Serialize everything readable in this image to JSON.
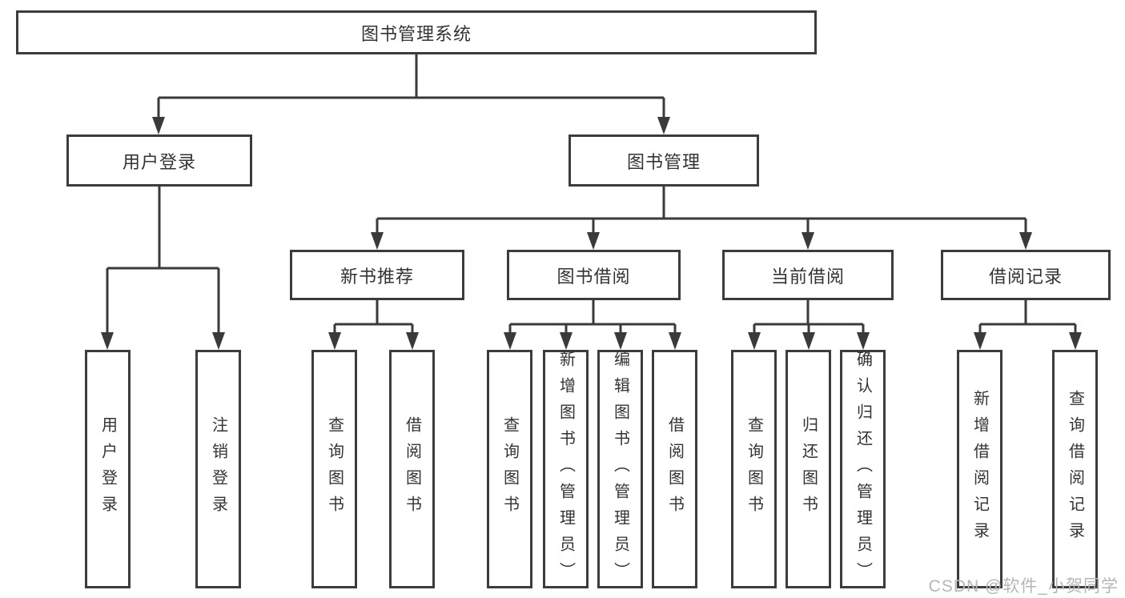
{
  "diagram": {
    "type": "hierarchy-tree",
    "root": {
      "label": "图书管理系统"
    },
    "level2": [
      {
        "label": "用户登录"
      },
      {
        "label": "图书管理"
      }
    ],
    "level3": [
      {
        "label": "新书推荐",
        "parent": "图书管理"
      },
      {
        "label": "图书借阅",
        "parent": "图书管理"
      },
      {
        "label": "当前借阅",
        "parent": "图书管理"
      },
      {
        "label": "借阅记录",
        "parent": "图书管理"
      }
    ],
    "leaves": [
      {
        "label": "用户登录",
        "parent": "用户登录"
      },
      {
        "label": "注销登录",
        "parent": "用户登录"
      },
      {
        "label": "查询图书",
        "parent": "新书推荐"
      },
      {
        "label": "借阅图书",
        "parent": "新书推荐"
      },
      {
        "label": "查询图书",
        "parent": "图书借阅"
      },
      {
        "label": "新增图书（管理员）",
        "parent": "图书借阅"
      },
      {
        "label": "编辑图书（管理员）",
        "parent": "图书借阅"
      },
      {
        "label": "借阅图书",
        "parent": "图书借阅"
      },
      {
        "label": "查询图书",
        "parent": "当前借阅"
      },
      {
        "label": "归还图书",
        "parent": "当前借阅"
      },
      {
        "label": "确认归还（管理员）",
        "parent": "当前借阅"
      },
      {
        "label": "新增借阅记录",
        "parent": "借阅记录"
      },
      {
        "label": "查询借阅记录",
        "parent": "借阅记录"
      }
    ],
    "colors": {
      "line": "#3a3a3a",
      "text": "#333333",
      "background": "#ffffff",
      "watermark": "#b6b6b6"
    }
  },
  "watermark": {
    "text": "CSDN @软件_小贺同学"
  }
}
